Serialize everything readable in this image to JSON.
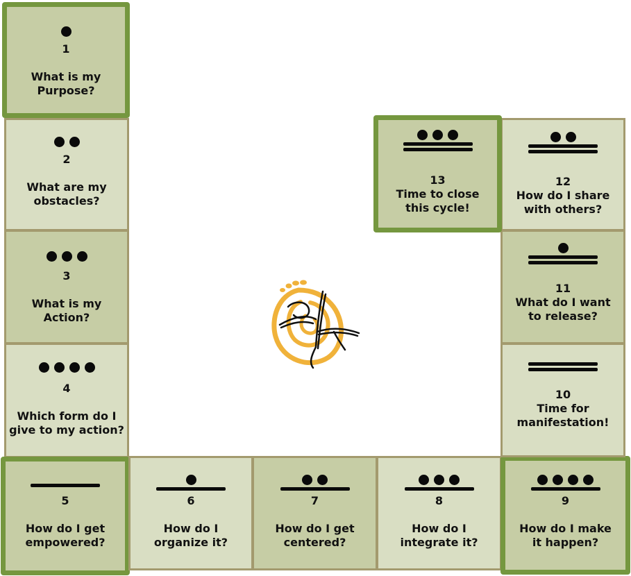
{
  "tiles": [
    {
      "num": "1",
      "dots": 1,
      "bars": 0,
      "q1": "What is my",
      "q2": "Purpose?"
    },
    {
      "num": "2",
      "dots": 2,
      "bars": 0,
      "q1": "What are my",
      "q2": "obstacles?"
    },
    {
      "num": "3",
      "dots": 3,
      "bars": 0,
      "q1": "What is my",
      "q2": "Action?"
    },
    {
      "num": "4",
      "dots": 4,
      "bars": 0,
      "q1": "Which form do I",
      "q2": "give to my action?"
    },
    {
      "num": "5",
      "dots": 0,
      "bars": 1,
      "q1": "How do I get",
      "q2": "empowered?"
    },
    {
      "num": "6",
      "dots": 1,
      "bars": 1,
      "q1": "How do I",
      "q2": "organize it?"
    },
    {
      "num": "7",
      "dots": 2,
      "bars": 1,
      "q1": "How do I get",
      "q2": "centered?"
    },
    {
      "num": "8",
      "dots": 3,
      "bars": 1,
      "q1": "How do I",
      "q2": "integrate it?"
    },
    {
      "num": "9",
      "dots": 4,
      "bars": 1,
      "q1": "How do I make",
      "q2": "it happen?"
    },
    {
      "num": "10",
      "dots": 0,
      "bars": 2,
      "q1": "Time for",
      "q2": "manifestation!"
    },
    {
      "num": "11",
      "dots": 1,
      "bars": 2,
      "q1": "What do I want",
      "q2": "to release?"
    },
    {
      "num": "12",
      "dots": 2,
      "bars": 2,
      "q1": "How do I share",
      "q2": "with others?"
    },
    {
      "num": "13",
      "dots": 3,
      "bars": 2,
      "q1": "Time to close",
      "q2": "this cycle!"
    }
  ],
  "logo_icon": "dancing-figure-spiral-icon",
  "colors": {
    "tile_light": "#d9dec3",
    "tile_dark": "#c6cda5",
    "tile_border": "#a39a6e",
    "highlight_border": "#75973f",
    "logo_orange": "#f0b23a"
  }
}
